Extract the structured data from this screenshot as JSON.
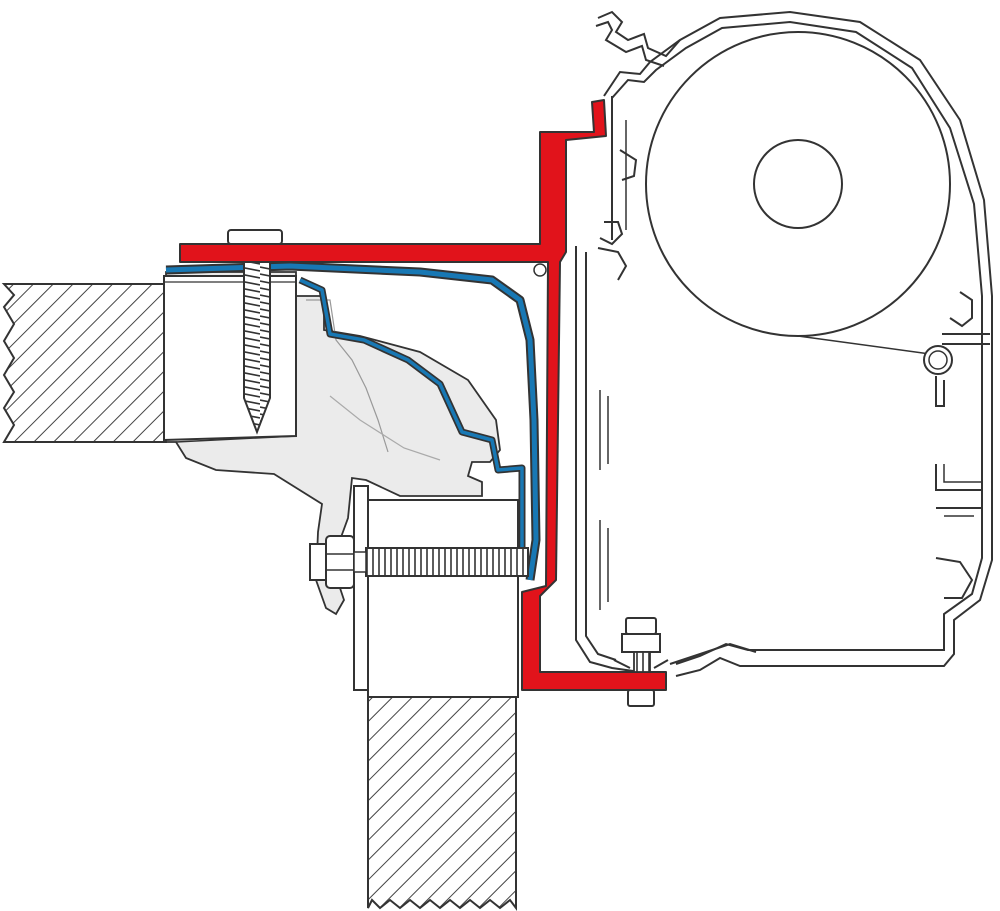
{
  "colors": {
    "background": "#ffffff",
    "outline": "#333333",
    "fill_light": "#ebebeb",
    "fill_white": "#ffffff",
    "hatch": "#444444",
    "bracket_red": "#e1131b",
    "profile_blue": "#1878b4"
  },
  "parts": [
    {
      "name": "roof-wall-section",
      "shape": "hatched-block"
    },
    {
      "name": "side-wall-section",
      "shape": "hatched-block"
    },
    {
      "name": "wall-top-spacer",
      "shape": "block"
    },
    {
      "name": "wall-cap-plate",
      "shape": "plate"
    },
    {
      "name": "grey-wall-profile",
      "shape": "profile"
    },
    {
      "name": "blue-adapter-profile",
      "shape": "bent-strip"
    },
    {
      "name": "red-mounting-bracket",
      "shape": "bent-strip"
    },
    {
      "name": "awning-case",
      "shape": "housing"
    },
    {
      "name": "fabric-roller",
      "shape": "circle"
    },
    {
      "name": "wood-screw",
      "shape": "screw"
    },
    {
      "name": "through-bolt",
      "shape": "bolt"
    },
    {
      "name": "bottom-bolt-nut",
      "shape": "bolt"
    }
  ]
}
